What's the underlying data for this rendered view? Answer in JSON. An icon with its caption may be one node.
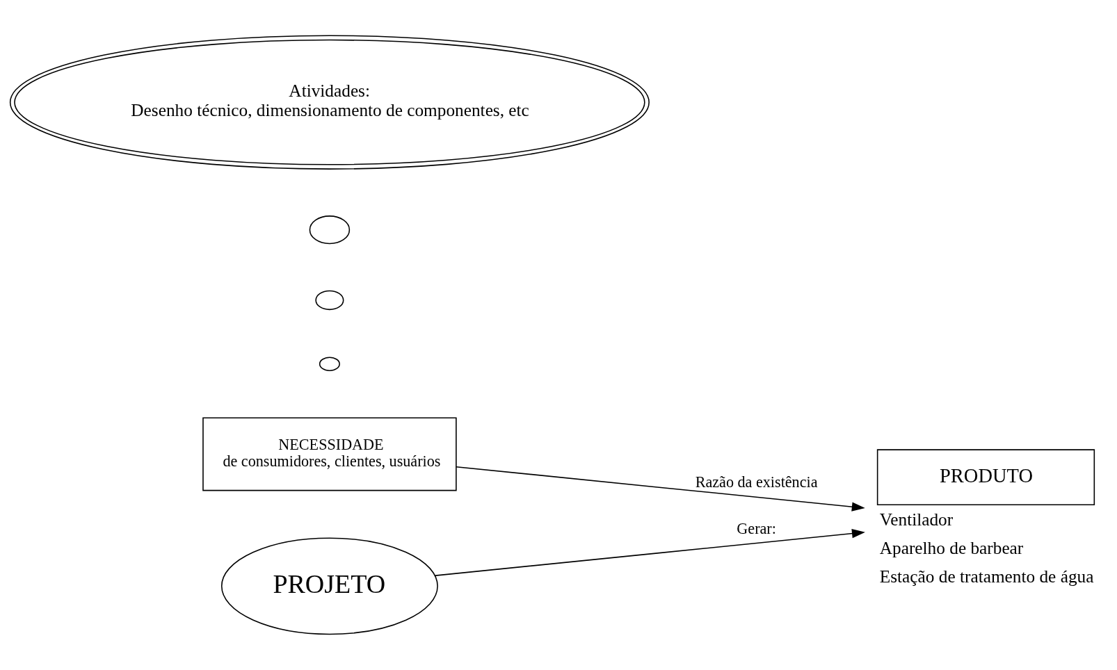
{
  "diagram": {
    "nodes": [
      {
        "text": [
          "NECESSIDADE",
          "de consumidores, clientes, usuários"
        ]
      },
      {
        "text": [
          "PROJETO"
        ]
      },
      {
        "text": [
          "PRODUTO"
        ],
        "beside": [
          "Ventilador",
          "Aparelho de barbear",
          "Estação de tratamento de água"
        ]
      },
      {
        "text": [],
        "shape": "circle"
      },
      {
        "text": [],
        "shape": "circle"
      },
      {
        "text": [],
        "shape": "circle"
      },
      {
        "text": [
          "Atividades:",
          "Desenho técnico, dimensionamento de componentes, etc"
        ]
      }
    ],
    "edges": [
      {
        "from": 0,
        "to": 2,
        "arrow": "to",
        "label": "Razão da existência"
      },
      {
        "from": 1,
        "to": 2,
        "arrow": "to",
        "label": "Gerar:"
      }
    ]
  }
}
